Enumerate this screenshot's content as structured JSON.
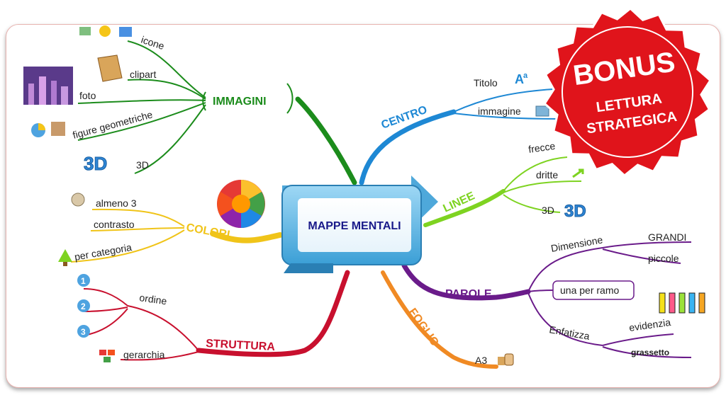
{
  "center": "MAPPE MENTALI",
  "badge": {
    "line1": "BONUS",
    "line2": "LETTURA",
    "line3": "STRATEGICA"
  },
  "branches": {
    "immagini": {
      "label": "IMMAGINI",
      "color": "#1c8c1c",
      "items": [
        "icone",
        "clipart",
        "foto",
        "figure geometriche",
        "3D"
      ]
    },
    "colori": {
      "label": "COLORI",
      "color": "#f0c419",
      "items": [
        "almeno 3",
        "contrasto",
        "per categoria"
      ]
    },
    "struttura": {
      "label": "STRUTTURA",
      "color": "#c8102e",
      "items": [
        "ordine",
        "gerarchia"
      ],
      "numbers": [
        "1",
        "2",
        "3"
      ]
    },
    "centro": {
      "label": "CENTRO",
      "color": "#1e88d4",
      "items": [
        "Titolo",
        "immagine"
      ]
    },
    "linee": {
      "label": "LINEE",
      "color": "#7ed321",
      "items": [
        "frecce",
        "dritte",
        "3D"
      ]
    },
    "parole": {
      "label": "PAROLE",
      "color": "#6a1b8a",
      "items": [
        "Dimensione",
        "GRANDI",
        "piccole",
        "una per ramo",
        "Enfatizza",
        "evidenzia",
        "grassetto"
      ]
    },
    "foglio": {
      "label": "FOGLIO",
      "color": "#f08a24",
      "items": [
        "A3"
      ]
    }
  }
}
